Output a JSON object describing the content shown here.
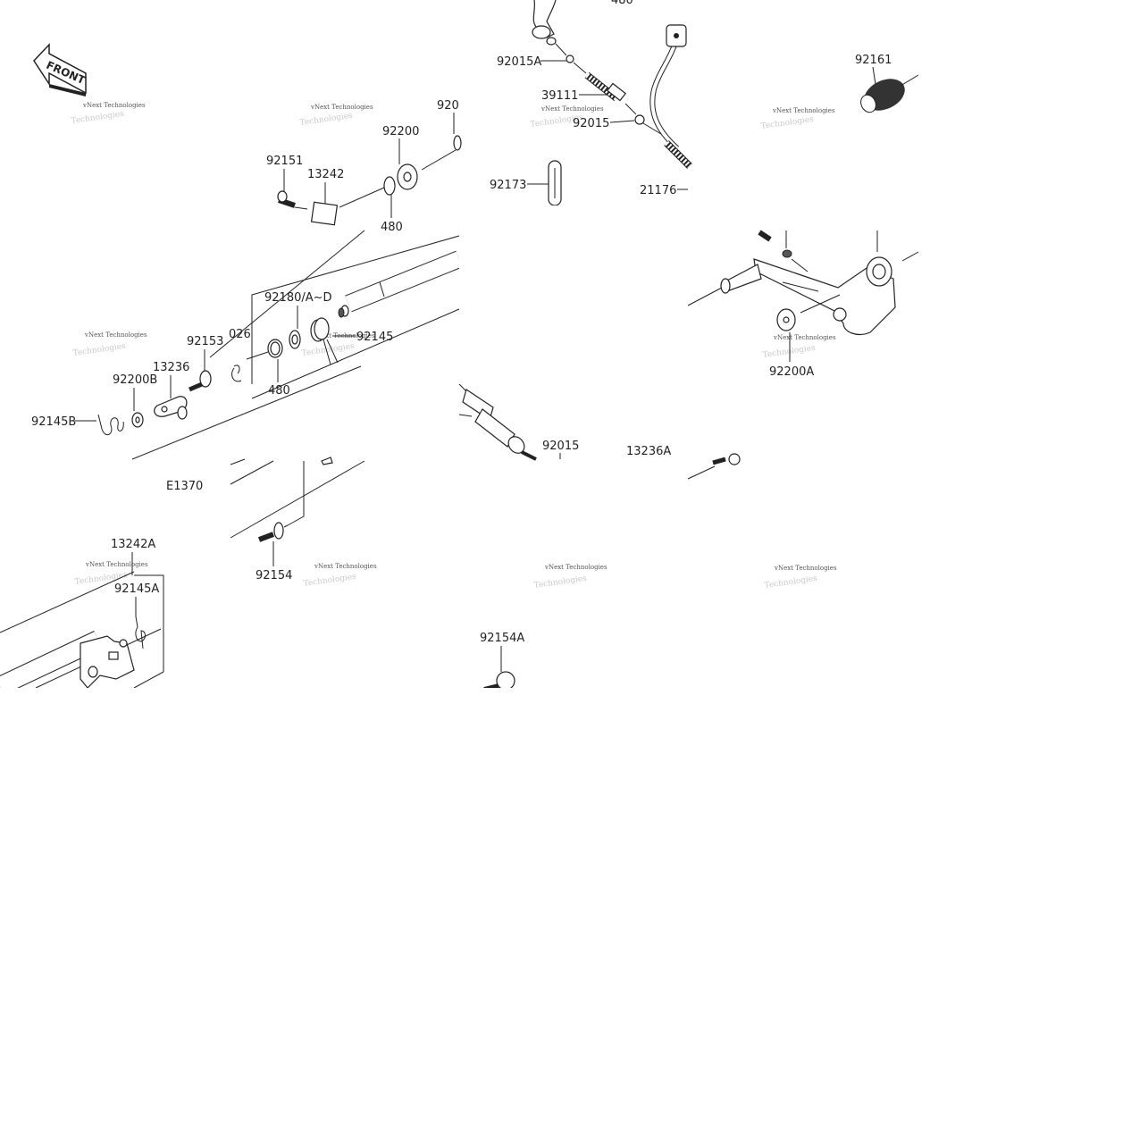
{
  "diagram": {
    "orientation_label": "FRONT",
    "watermark_text": "vNext Technologies",
    "labels": {
      "p480_top": "480",
      "p92015A": "92015A",
      "p92161": "92161",
      "p920": "920",
      "p92200": "92200",
      "p39111": "39111",
      "p92015_top": "92015",
      "p92151": "92151",
      "p13242": "13242",
      "p480_mid": "480",
      "p92173": "92173",
      "p21176": "21176",
      "p92180": "92180/A~D",
      "p026": "026",
      "p92153": "92153",
      "p92145": "92145",
      "p13236": "13236",
      "p92200B": "92200B",
      "p480_low": "480",
      "p92145B": "92145B",
      "p92200A": "92200A",
      "p92015_low": "92015",
      "p13236A": "13236A",
      "pE1370": "E1370",
      "p92154": "92154",
      "p13242A": "13242A",
      "p92145A": "92145A",
      "p92154A": "92154A"
    }
  }
}
